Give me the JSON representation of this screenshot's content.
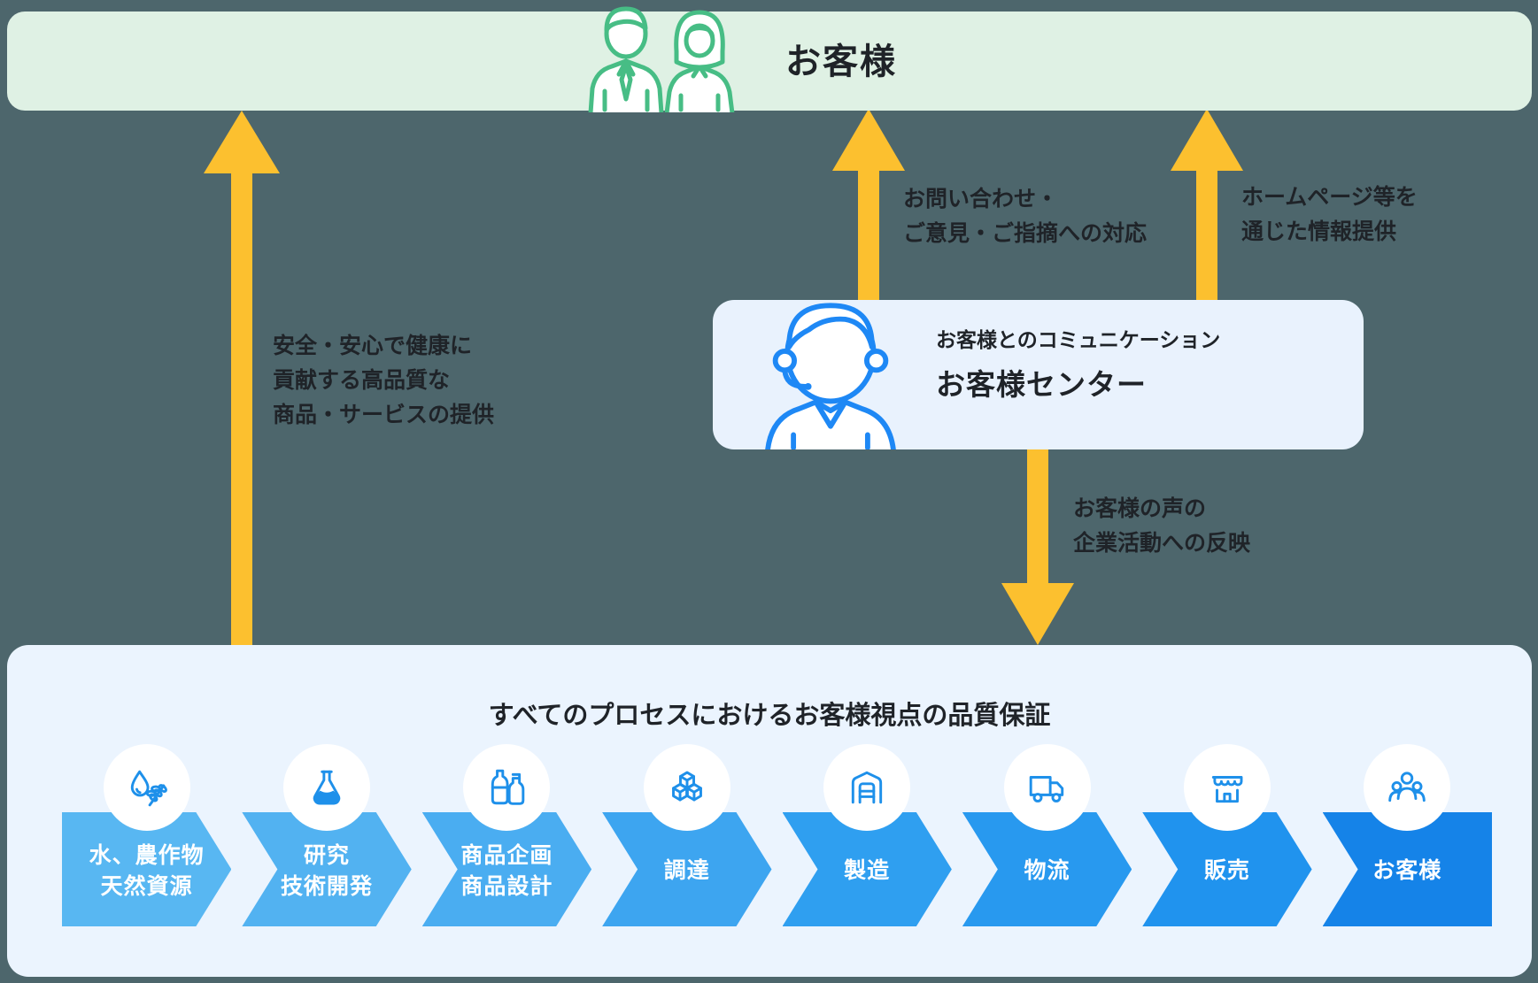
{
  "colors": {
    "background": "#4d666c",
    "banner_bg": "#dff1e4",
    "banner_icon": "#47bd85",
    "arrow": "#fcc02f",
    "center_box_bg": "#e9f2fd",
    "center_icon": "#1e88f5",
    "panel_bg": "#ebf4fe",
    "step_icon": "#1e90ea",
    "step_text": "#ffffff",
    "text": "#1f2328"
  },
  "banner": {
    "title": "お客様",
    "icon": "customer-couple-icon"
  },
  "annotations": {
    "quality_supply": [
      "安全・安心で健康に",
      "貢献する高品質な",
      "商品・サービスの提供"
    ],
    "inquiry_response": [
      "お問い合わせ・",
      "ご意見・ご指摘への対応"
    ],
    "homepage_info": [
      "ホームページ等を",
      "通じた情報提供"
    ],
    "voice_reflection": [
      "お客様の声の",
      "企業活動への反映"
    ]
  },
  "customer_center": {
    "subtitle": "お客様とのコミュニケーション",
    "title": "お客様センター",
    "icon": "call-center-agent-icon"
  },
  "process": {
    "title": "すべてのプロセスにおけるお客様視点の品質保証",
    "steps": [
      {
        "label": [
          "水、農作物",
          "天然資源"
        ],
        "icon": "water-crops-icon",
        "color": "#58b7f2"
      },
      {
        "label": [
          "研究",
          "技術開発"
        ],
        "icon": "flask-icon",
        "color": "#52b2f1"
      },
      {
        "label": [
          "商品企画",
          "商品設計"
        ],
        "icon": "bottles-icon",
        "color": "#4aadf1"
      },
      {
        "label": [
          "調達"
        ],
        "icon": "cubes-icon",
        "color": "#3da5f0"
      },
      {
        "label": [
          "製造"
        ],
        "icon": "warehouse-icon",
        "color": "#2f9ff0"
      },
      {
        "label": [
          "物流"
        ],
        "icon": "truck-icon",
        "color": "#2899ef"
      },
      {
        "label": [
          "販売"
        ],
        "icon": "shop-icon",
        "color": "#2093ee"
      },
      {
        "label": [
          "お客様"
        ],
        "icon": "customers-icon",
        "color": "#1583e8"
      }
    ]
  }
}
